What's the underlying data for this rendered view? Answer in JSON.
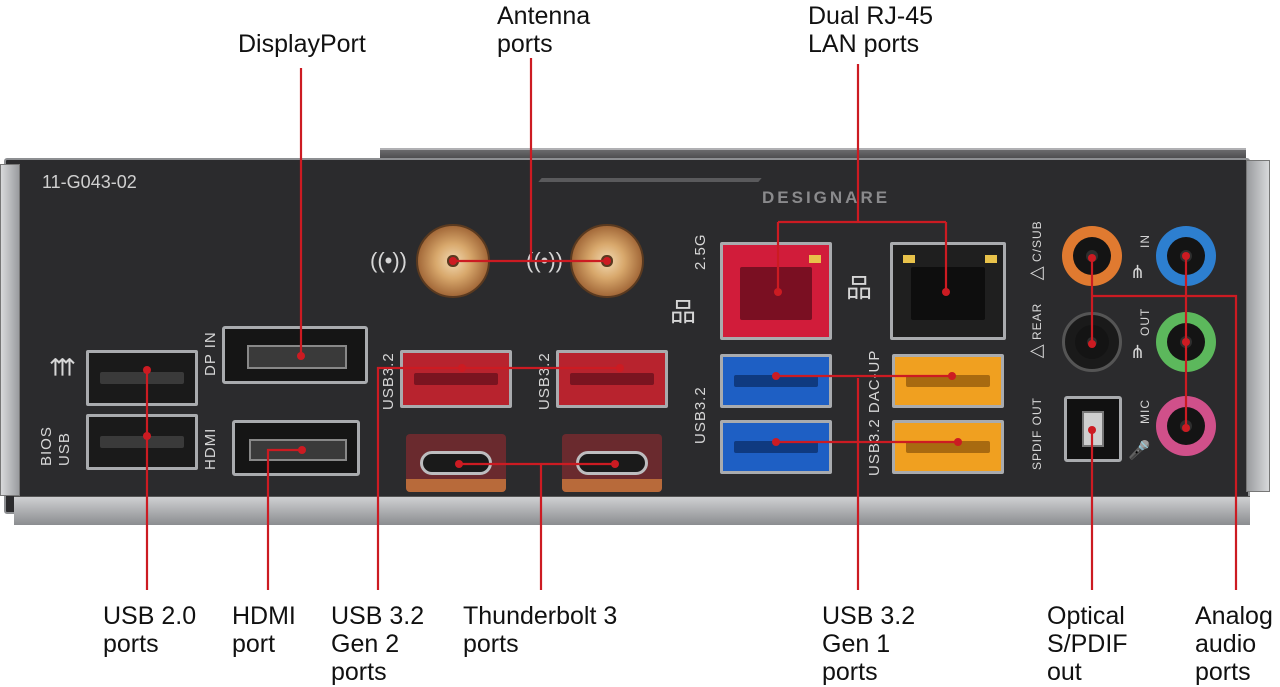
{
  "callouts": {
    "displayport": "DisplayPort",
    "antenna": "Antenna\nports",
    "lan": "Dual RJ-45\nLAN ports",
    "usb20": "USB 2.0\nports",
    "hdmi": "HDMI\nport",
    "usb32g2": "USB 3.2\nGen 2\nports",
    "thunderbolt": "Thunderbolt 3\nports",
    "usb32g1": "USB 3.2\nGen 1\nports",
    "spdif": "Optical\nS/PDIF\nout",
    "analog": "Analog\naudio\nports"
  },
  "silkscreen": {
    "model": "11-G043-02",
    "brand": "DESIGNARE",
    "dp_in": "DP IN",
    "bios_usb": "BIOS\nUSB",
    "hdmi": "HDMI",
    "usb32_a": "USB3.2",
    "usb32_b": "USB3.2",
    "lan_speed": "2.5G",
    "usb32_c": "USB3.2",
    "usb32_dac": "USB3.2 DAC-UP",
    "csub": "C/SUB",
    "rear": "REAR",
    "spdif_out": "SPDIF OUT",
    "in": "IN",
    "out": "OUT",
    "mic": "MIC"
  },
  "icons": {
    "wifi": "wifi-icon",
    "lan": "lan-icon",
    "usb": "usb-icon",
    "speaker": "speaker-icon",
    "mic": "mic-icon"
  },
  "colors": {
    "leader": "#cc1b22",
    "plate": "#2b2b2d",
    "usb_red": "#b8232e",
    "usb_blue": "#1e5fc4",
    "usb_orange": "#f0a020",
    "jack_orange": "#e07a30",
    "jack_blue": "#2d7fd0",
    "jack_black": "#1a1a1a",
    "jack_green": "#5cb85c",
    "jack_pink": "#d0508a",
    "lan_red": "#d11c3a",
    "lan_black": "#1f1f1f"
  }
}
